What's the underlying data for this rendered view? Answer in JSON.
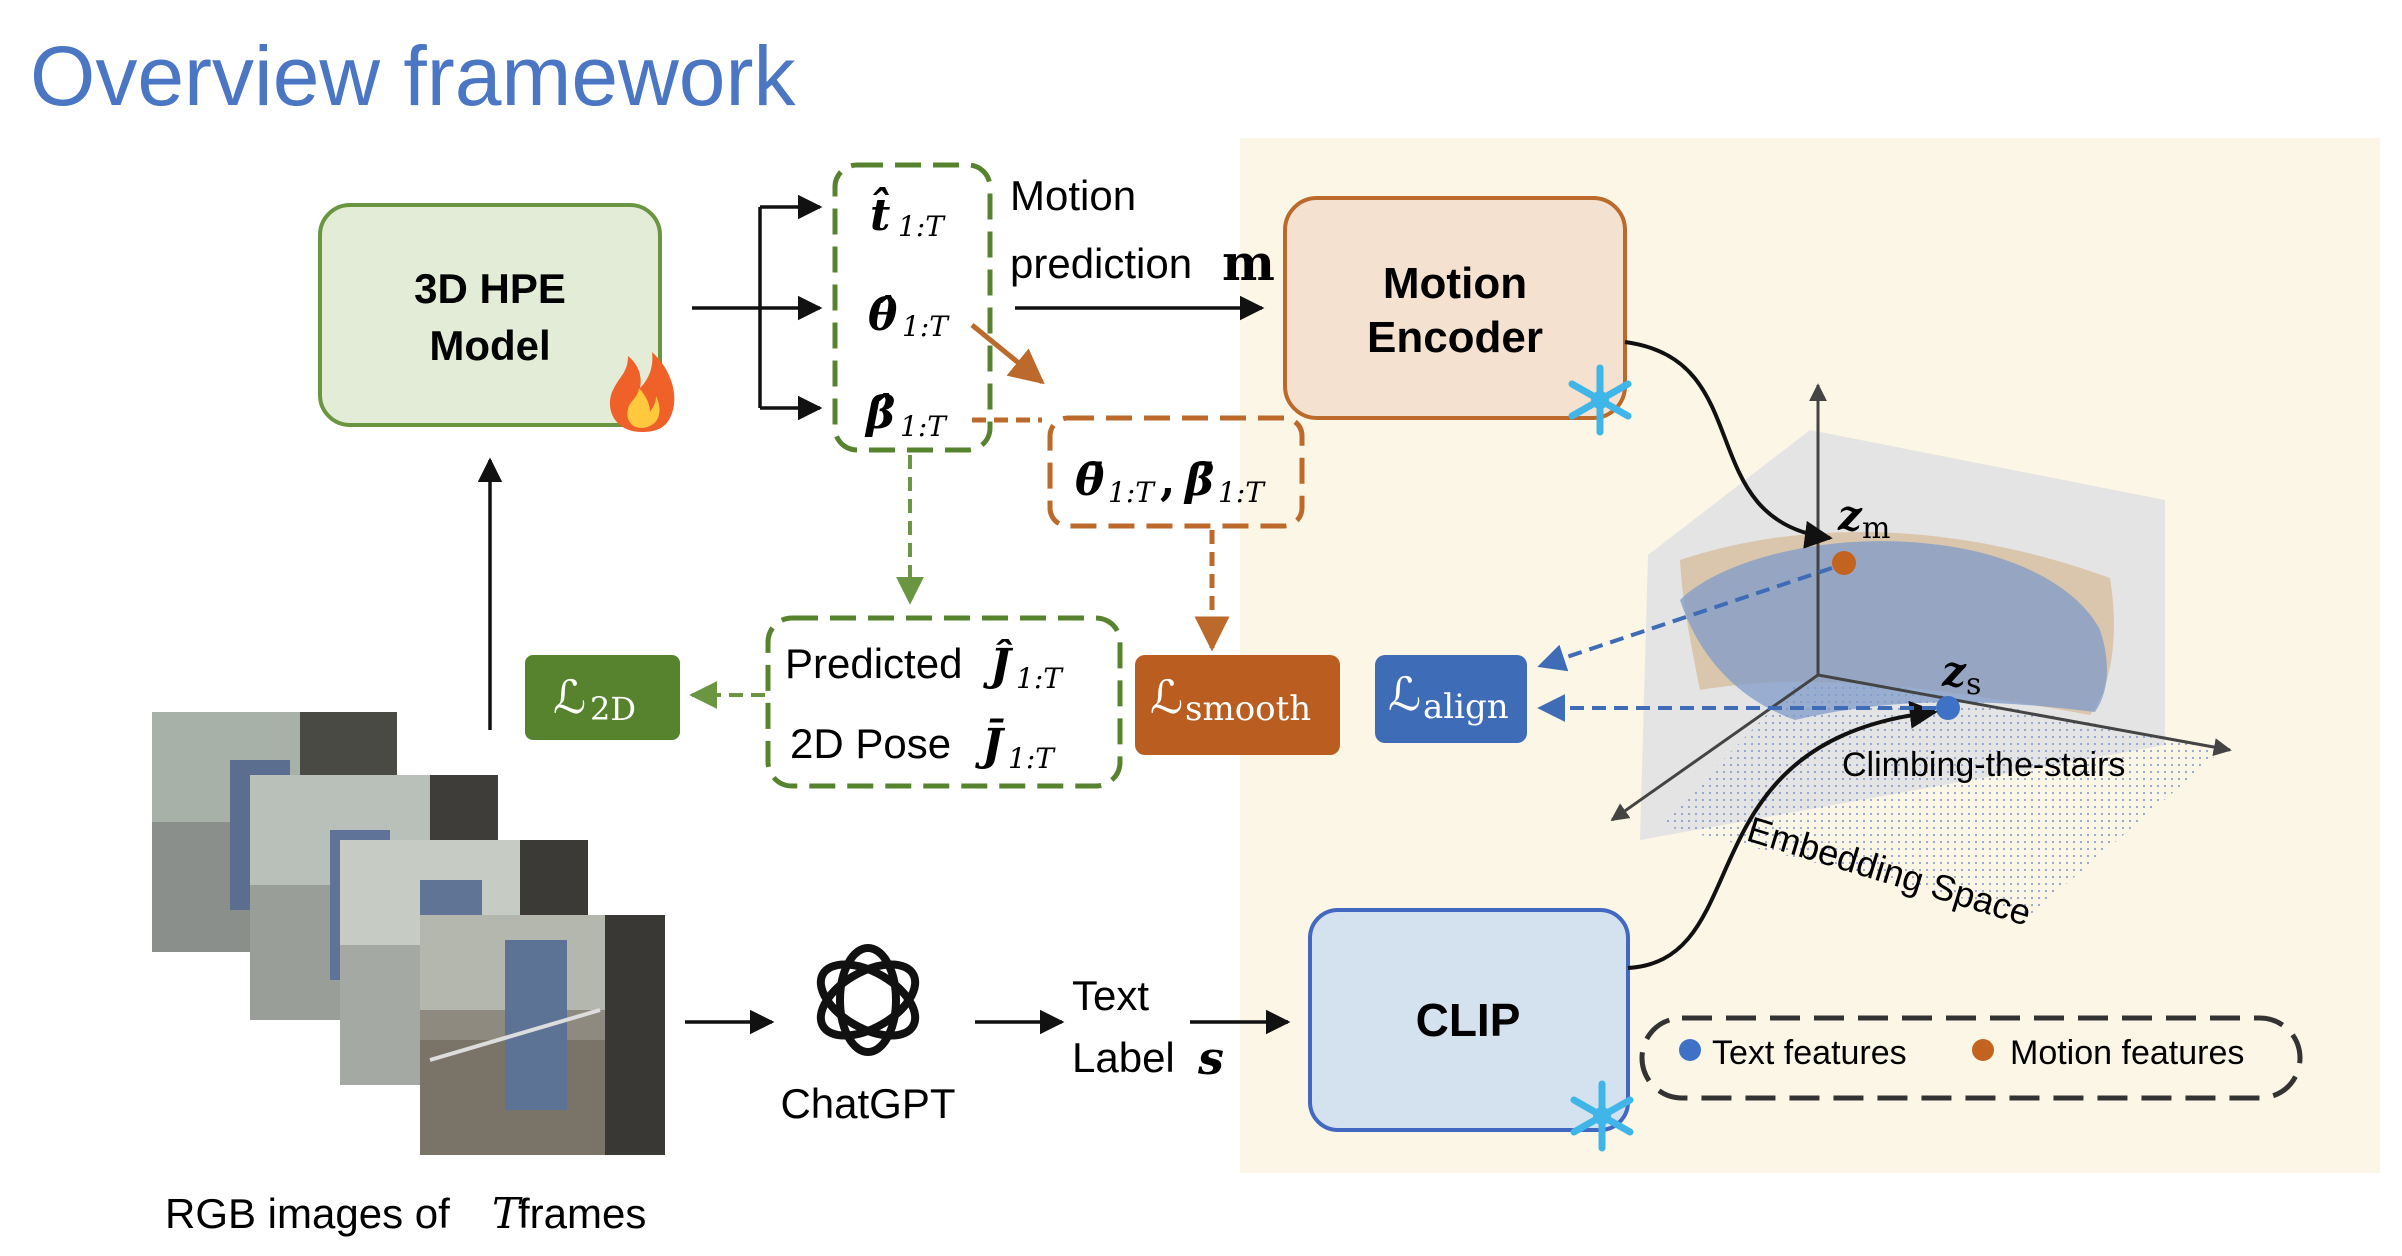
{
  "title": "Overview framework",
  "hpe": {
    "line1": "3D HPE",
    "line2": "Model"
  },
  "outputs": {
    "t_hat": "t̂",
    "theta_hat": "θ̂",
    "beta_hat": "β̂",
    "subscript": "1:T"
  },
  "motion_prediction": {
    "line1": "Motion",
    "line2": "prediction",
    "symbol": "m"
  },
  "motion_encoder": {
    "line1": "Motion",
    "line2": "Encoder"
  },
  "smoothed": {
    "theta_bar": "θ̄",
    "sep": ", ",
    "beta_bar": "β̄",
    "subscript": "1:T"
  },
  "pose_box": {
    "line1": "Predicted",
    "j_hat": "Ĵ",
    "line2": "2D Pose",
    "j_bar": "J̄",
    "subscript": "1:T"
  },
  "losses": {
    "L": "ℒ",
    "l2d_sub": "2D",
    "lsmooth_sub": "smooth",
    "lalign_sub": "align"
  },
  "rgb_caption": {
    "prefix": "RGB images of ",
    "var": "T",
    "suffix": " frames"
  },
  "chatgpt": "ChatGPT",
  "text_label": {
    "line1": "Text",
    "line2": "Label",
    "symbol": "s"
  },
  "clip": "CLIP",
  "embedding": {
    "zm": "z",
    "zm_sub": "m",
    "zs": "z",
    "zs_sub": "s",
    "point_label": "Climbing-the-stairs",
    "space_label": "Embedding Space"
  },
  "legend": {
    "text_features": "Text features",
    "motion_features": "Motion features"
  },
  "colors": {
    "title": "#4a76c4",
    "green_fill": "#e2ecd6",
    "green_stroke": "#6a9642",
    "orange_fill": "#f5e1cf",
    "orange_stroke": "#bb6a2b",
    "orange_dark": "#ba5d21",
    "blue_fill": "#d4e1ef",
    "blue_stroke": "#4169c1",
    "blue_dark": "#3f6cb7",
    "green_dark": "#57832e",
    "panel_bg": "#fcf6e6",
    "dot_blue": "#3e72c6",
    "dot_orange": "#c2641f"
  },
  "icons": {
    "fire": "fire-icon",
    "snowflake": "snowflake-icon",
    "openai": "openai-logo-icon"
  }
}
